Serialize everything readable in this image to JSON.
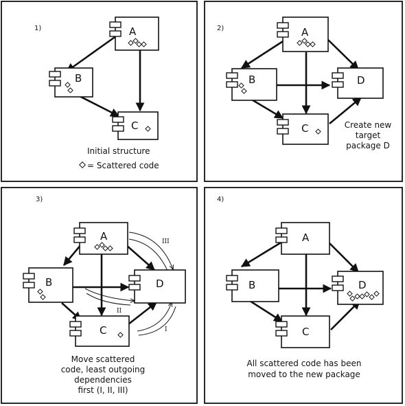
{
  "panels": [
    {
      "number": "1)",
      "packages": {
        "A": "A",
        "B": "B",
        "C": "C"
      },
      "caption_lines": [
        "Initial structure"
      ],
      "legend": "= Scattered code"
    },
    {
      "number": "2)",
      "packages": {
        "A": "A",
        "B": "B",
        "C": "C",
        "D": "D"
      },
      "caption_lines": [
        "Create new",
        "target",
        "package D"
      ]
    },
    {
      "number": "3)",
      "packages": {
        "A": "A",
        "B": "B",
        "C": "C",
        "D": "D"
      },
      "caption_lines": [
        "Move scattered",
        "code, least outgoing",
        "dependencies",
        "first (I, II, III)"
      ],
      "move_labels": [
        "I",
        "II",
        "III"
      ]
    },
    {
      "number": "4)",
      "packages": {
        "A": "A",
        "B": "B",
        "C": "C",
        "D": "D"
      },
      "caption_lines": [
        "All scattered code has been",
        "moved to the new package"
      ]
    }
  ]
}
